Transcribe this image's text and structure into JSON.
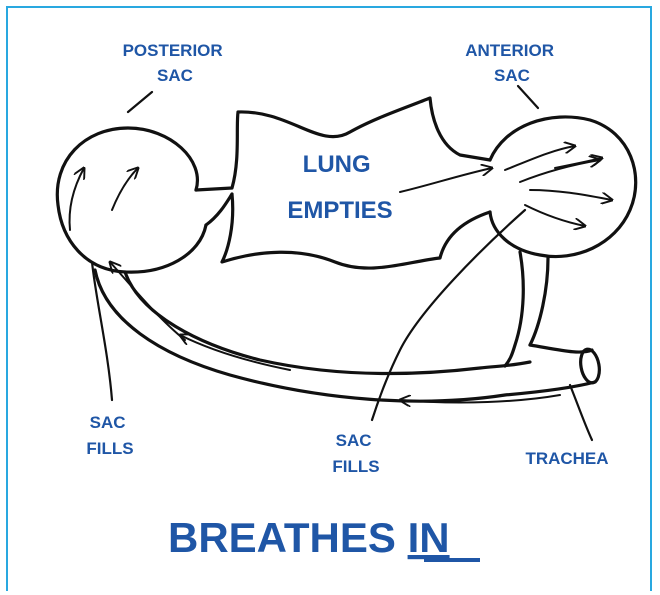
{
  "labels": {
    "posterior_sac": [
      "POSTERIOR",
      "SAC"
    ],
    "anterior_sac": [
      "ANTERIOR",
      "SAC"
    ],
    "lung_empties": [
      "LUNG",
      "EMPTIES"
    ],
    "sac_fills_left": [
      "SAC",
      "FILLS"
    ],
    "sac_fills_center": [
      "SAC",
      "FILLS"
    ],
    "trachea": "TRACHEA"
  },
  "caption": {
    "prefix": "BREATHES ",
    "emphasis": "IN"
  },
  "colors": {
    "label": "#1f56a6",
    "line": "#111111",
    "frame": "#29a8e0"
  }
}
